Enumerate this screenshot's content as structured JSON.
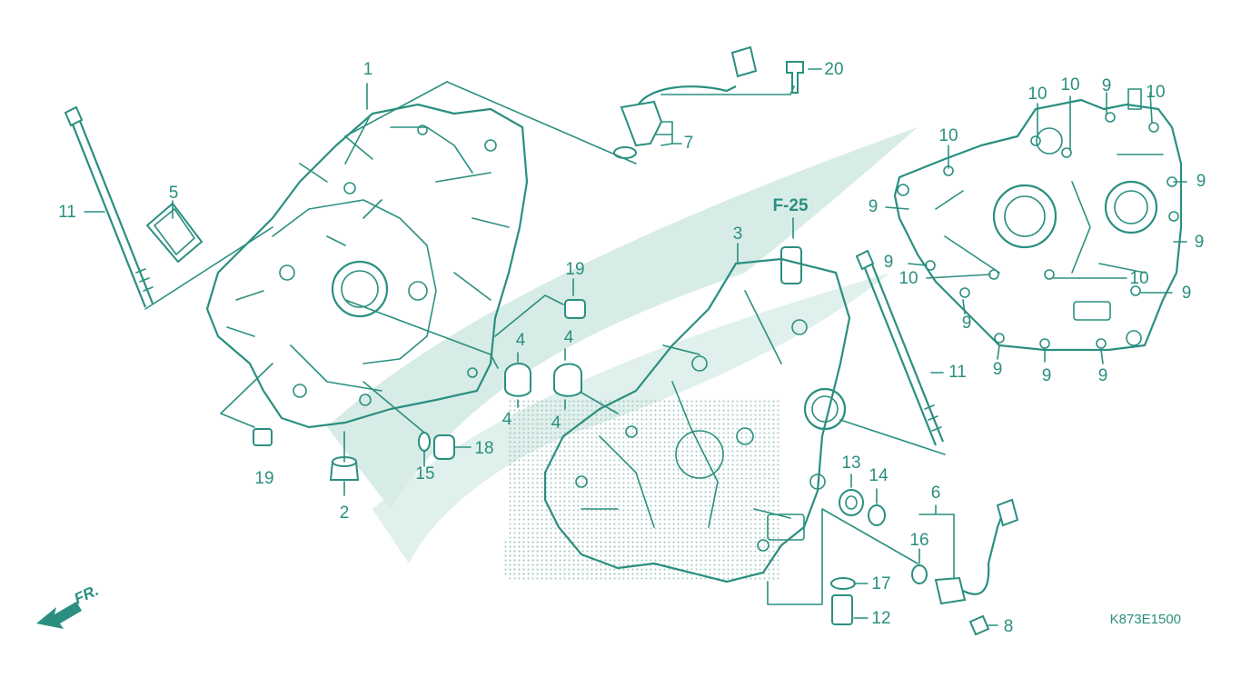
{
  "diagram": {
    "reference_link": "F-25",
    "code": "K873E1500",
    "front_label": "FR.",
    "colors": {
      "line": "#2a8f80",
      "watermark": "#d8ece7",
      "dots": "#9fc6bd",
      "background": "#ffffff"
    },
    "callouts": [
      {
        "id": "c1",
        "text": "1"
      },
      {
        "id": "c2",
        "text": "2"
      },
      {
        "id": "c3",
        "text": "3"
      },
      {
        "id": "c4a",
        "text": "4"
      },
      {
        "id": "c4b",
        "text": "4"
      },
      {
        "id": "c4c",
        "text": "4"
      },
      {
        "id": "c4d",
        "text": "4"
      },
      {
        "id": "c5",
        "text": "5"
      },
      {
        "id": "c6",
        "text": "6"
      },
      {
        "id": "c7",
        "text": "7"
      },
      {
        "id": "c8",
        "text": "8"
      },
      {
        "id": "c9a",
        "text": "9"
      },
      {
        "id": "c9b",
        "text": "9"
      },
      {
        "id": "c9c",
        "text": "9"
      },
      {
        "id": "c9d",
        "text": "9"
      },
      {
        "id": "c9e",
        "text": "9"
      },
      {
        "id": "c9f",
        "text": "9"
      },
      {
        "id": "c9g",
        "text": "9"
      },
      {
        "id": "c9h",
        "text": "9"
      },
      {
        "id": "c9i",
        "text": "9"
      },
      {
        "id": "c9j",
        "text": "9"
      },
      {
        "id": "c10a",
        "text": "10"
      },
      {
        "id": "c10b",
        "text": "10"
      },
      {
        "id": "c10c",
        "text": "10"
      },
      {
        "id": "c10d",
        "text": "10"
      },
      {
        "id": "c10e",
        "text": "10"
      },
      {
        "id": "c10f",
        "text": "10"
      },
      {
        "id": "c11a",
        "text": "11"
      },
      {
        "id": "c11b",
        "text": "11"
      },
      {
        "id": "c12",
        "text": "12"
      },
      {
        "id": "c13",
        "text": "13"
      },
      {
        "id": "c14",
        "text": "14"
      },
      {
        "id": "c15",
        "text": "15"
      },
      {
        "id": "c16",
        "text": "16"
      },
      {
        "id": "c17",
        "text": "17"
      },
      {
        "id": "c18",
        "text": "18"
      },
      {
        "id": "c19a",
        "text": "19"
      },
      {
        "id": "c19b",
        "text": "19"
      },
      {
        "id": "c20",
        "text": "20"
      }
    ]
  }
}
